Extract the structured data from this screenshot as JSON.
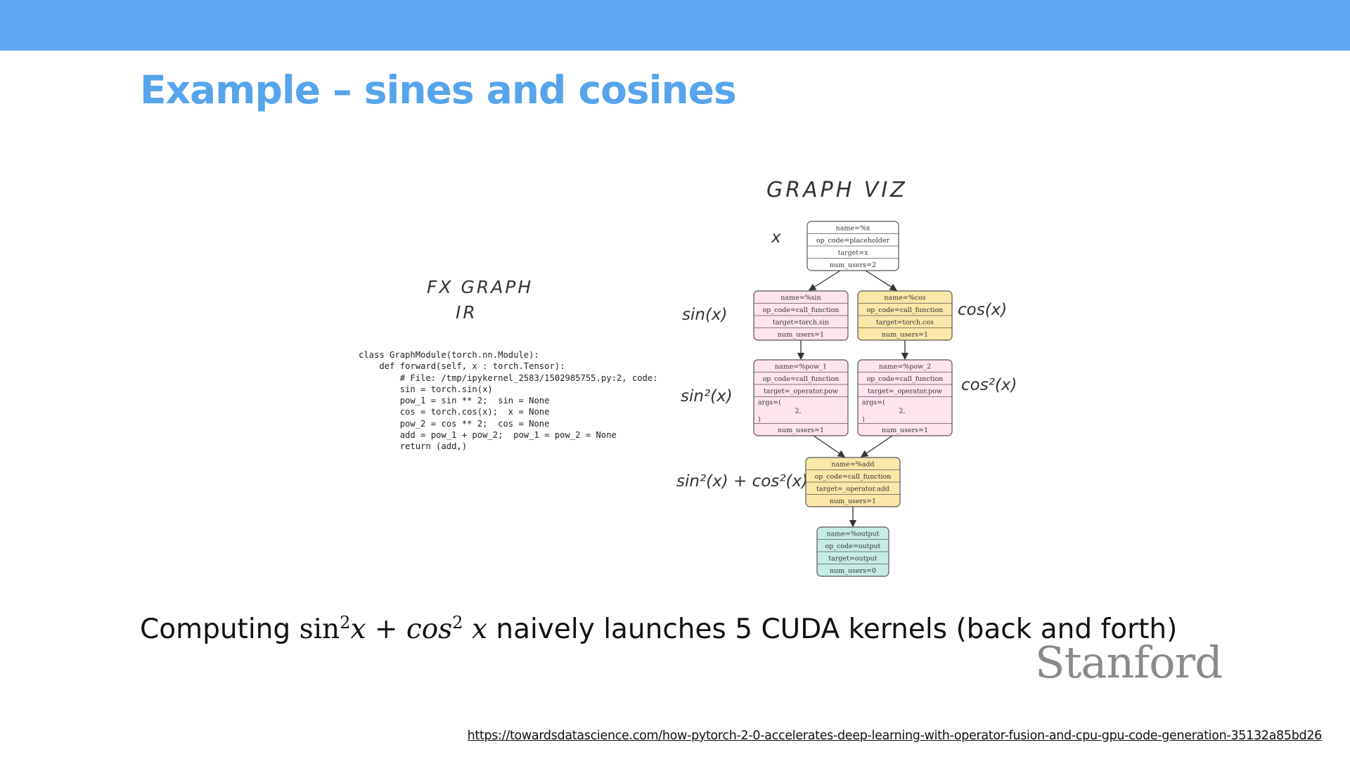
{
  "slide": {
    "title": "Example – sines and cosines",
    "fx_label_line1": "FX GRAPH",
    "fx_label_line2": "IR",
    "graphviz_label": "GRAPH VIZ",
    "code": "class GraphModule(torch.nn.Module):\n    def forward(self, x : torch.Tensor):\n        # File: /tmp/ipykernel_2583/1502985755.py:2, code:\n        sin = torch.sin(x)\n        pow_1 = sin ** 2;  sin = None\n        cos = torch.cos(x);  x = None\n        pow_2 = cos ** 2;  cos = None\n        add = pow_1 + pow_2;  pow_1 = pow_2 = None\n        return (add,)",
    "annotations": {
      "x": "x",
      "sin": "sin(x)",
      "cos": "cos(x)",
      "sin2": "sin²(x)",
      "cos2": "cos²(x)",
      "sum": "sin²(x) + cos²(x)"
    },
    "caption": {
      "before": "Computing ",
      "math_sin": "sin",
      "math_x1": "x + cos",
      "math_x2": " x",
      "sup": "2",
      "after": " naively launches 5 CUDA kernels (back and forth)"
    },
    "logo": "Stanford",
    "source_url": "https://towardsdatascience.com/how-pytorch-2-0-accelerates-deep-learning-with-operator-fusion-and-cpu-gpu-code-generation-35132a85bd26"
  },
  "graph": {
    "colors": {
      "placeholder": "#ffffff",
      "sin": "#fde4ef",
      "cos": "#fbe7a8",
      "pow": "#fde4ef",
      "add": "#fbe7a8",
      "output": "#c7ece6",
      "border": "#555555"
    },
    "nodes": [
      {
        "id": "x",
        "color": "placeholder",
        "rows": [
          "name=%x",
          "op_code=placeholder",
          "target=x",
          "num_users=2"
        ]
      },
      {
        "id": "sin",
        "color": "sin",
        "rows": [
          "name=%sin",
          "op_code=call_function",
          "target=torch.sin",
          "num_users=1"
        ]
      },
      {
        "id": "cos",
        "color": "cos",
        "rows": [
          "name=%cos",
          "op_code=call_function",
          "target=torch.cos",
          "num_users=1"
        ]
      },
      {
        "id": "pow_1",
        "color": "pow",
        "rows": [
          "name=%pow_1",
          "op_code=call_function",
          "target=_operator.pow",
          "args=(\n        2,\n)",
          "num_users=1"
        ]
      },
      {
        "id": "pow_2",
        "color": "pow",
        "rows": [
          "name=%pow_2",
          "op_code=call_function",
          "target=_operator.pow",
          "args=(\n        2,\n)",
          "num_users=1"
        ]
      },
      {
        "id": "add",
        "color": "add",
        "rows": [
          "name=%add",
          "op_code=call_function",
          "target=_operator.add",
          "num_users=1"
        ]
      },
      {
        "id": "output",
        "color": "output",
        "rows": [
          "name=%output",
          "op_code=output",
          "target=output",
          "num_users=0"
        ]
      }
    ],
    "edges": [
      [
        "x",
        "sin"
      ],
      [
        "x",
        "cos"
      ],
      [
        "sin",
        "pow_1"
      ],
      [
        "cos",
        "pow_2"
      ],
      [
        "pow_1",
        "add"
      ],
      [
        "pow_2",
        "add"
      ],
      [
        "add",
        "output"
      ]
    ]
  }
}
